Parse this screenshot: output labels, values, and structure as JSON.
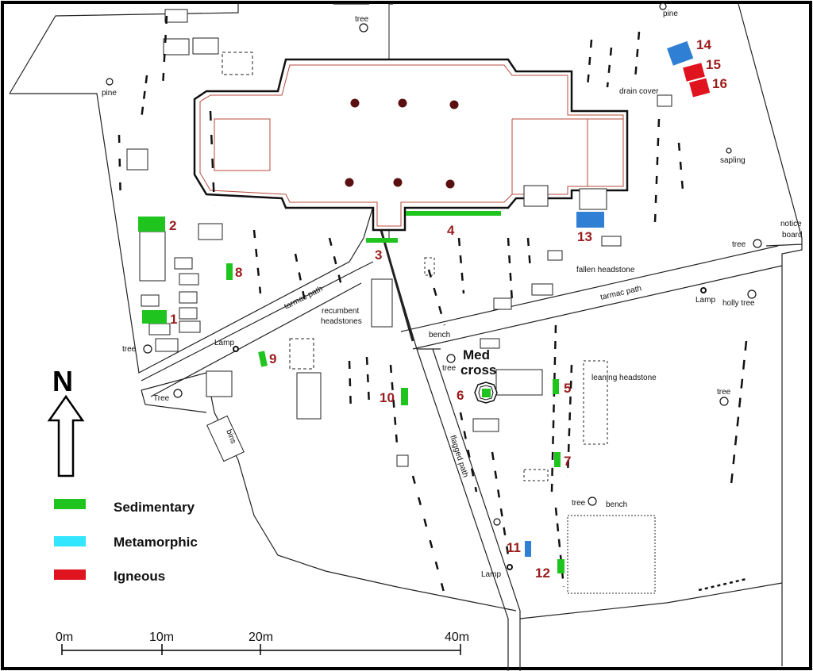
{
  "colors": {
    "sedimentary": "#1fc41f",
    "metamorphic": "#2f7fd4",
    "metamorphic_legend": "#33e6ff",
    "igneous": "#e0141e",
    "number_label": "#9b1c1c",
    "church_outline": "#b84a3a",
    "pillar": "#5a1010"
  },
  "compass": {
    "label": "N"
  },
  "legend": {
    "items": [
      {
        "label": "Sedimentary",
        "color": "#1fc41f"
      },
      {
        "label": "Metamorphic",
        "color": "#33e6ff"
      },
      {
        "label": "Igneous",
        "color": "#e0141e"
      }
    ]
  },
  "scale_bar": {
    "labels": [
      "0m",
      "10m",
      "20m",
      "40m"
    ]
  },
  "features": {
    "tree_top": "tree",
    "pine_top_right": "pine",
    "pine_left": "pine",
    "drain_cover": "drain cover",
    "sapling": "sapling",
    "notice_board_1": "notice",
    "notice_board_2": "board",
    "tree_right": "tree",
    "fallen_headstone": "fallen headstone",
    "tarmac_path_right": "tarmac path",
    "lamp_right": "Lamp",
    "holly_tree": "holly tree",
    "tarmac_path_left": "tarmac path",
    "recumbent_1": "recumbent",
    "recumbent_2": "headstones",
    "bench_top": "bench",
    "tree_mid": "tree",
    "med_cross_1": "Med",
    "med_cross_2": "cross",
    "leaning_headstone": "leaning headstone",
    "tree_far_right": "tree",
    "lamp_left": "Lamp",
    "tree_left": "tree",
    "tree_left_lower": "Tree",
    "bins": "bins",
    "flagged_path": "flagged path",
    "tree_bench_tree": "tree",
    "tree_bench_bench": "bench",
    "lamp_bottom": "Lamp"
  },
  "stones": [
    {
      "id": "1",
      "label": "1",
      "type": "sedimentary"
    },
    {
      "id": "2",
      "label": "2",
      "type": "sedimentary"
    },
    {
      "id": "3",
      "label": "3",
      "type": "sedimentary"
    },
    {
      "id": "4",
      "label": "4",
      "type": "sedimentary"
    },
    {
      "id": "5",
      "label": "5",
      "type": "sedimentary"
    },
    {
      "id": "6",
      "label": "6",
      "type": "sedimentary"
    },
    {
      "id": "7",
      "label": "7",
      "type": "sedimentary"
    },
    {
      "id": "8",
      "label": "8",
      "type": "sedimentary"
    },
    {
      "id": "9",
      "label": "9",
      "type": "sedimentary"
    },
    {
      "id": "10",
      "label": "10",
      "type": "sedimentary"
    },
    {
      "id": "11",
      "label": "11",
      "type": "metamorphic"
    },
    {
      "id": "12",
      "label": "12",
      "type": "sedimentary"
    },
    {
      "id": "13",
      "label": "13",
      "type": "metamorphic"
    },
    {
      "id": "14",
      "label": "14",
      "type": "metamorphic"
    },
    {
      "id": "15",
      "label": "15",
      "type": "igneous"
    },
    {
      "id": "16",
      "label": "16",
      "type": "igneous"
    }
  ]
}
